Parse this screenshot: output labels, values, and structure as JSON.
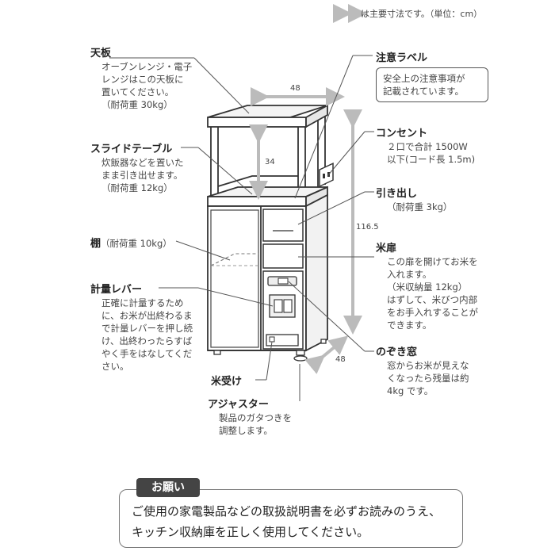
{
  "legend": {
    "arrow_text": "は主要寸法です。（単位：cm）"
  },
  "dimensions": {
    "top_width": "48",
    "shelf_height": "34",
    "total_height": "116.5",
    "depth": "48"
  },
  "callouts": {
    "top_board": {
      "label": "天板",
      "lines": [
        "オーブンレンジ・電子",
        "レンジはこの天板に",
        "置いてください。",
        "（耐荷重 30kg）"
      ]
    },
    "slide_table": {
      "label": "スライドテーブル",
      "lines": [
        "炊飯器などを置いた",
        "まま引き出せます。",
        "（耐荷重 12kg）"
      ]
    },
    "shelf": {
      "label": "棚",
      "suffix": "（耐荷重 10kg）"
    },
    "measure_lever": {
      "label": "計量レバー",
      "lines": [
        "正確に計量するため",
        "に、お米が出終わるま",
        "で計量レバーを押し続",
        "け、出終わったらすば",
        "やく手をはなしてくだ",
        "さい。"
      ]
    },
    "rice_receiver": {
      "label": "米受け"
    },
    "adjuster": {
      "label": "アジャスター",
      "lines": [
        "製品のガタつきを",
        "調整します。"
      ]
    },
    "caution_label": {
      "label": "注意ラベル",
      "lines": [
        "安全上の注意事項が",
        "記載されています。"
      ]
    },
    "outlet": {
      "label": "コンセント",
      "lines": [
        "２口で合計 1500W",
        "以下(コード長 1.5m)"
      ]
    },
    "drawer": {
      "label": "引き出し",
      "lines": [
        "（耐荷重 3kg）"
      ]
    },
    "rice_door": {
      "label": "米扉",
      "lines": [
        "この扉を開けてお米を",
        "入れます。",
        "（米収納量 12kg）",
        "はずして、米びつ内部",
        "をお手入れすることが",
        "できます。"
      ]
    },
    "peek_window": {
      "label": "のぞき窓",
      "lines": [
        "窓からお米が見えな",
        "くなったら残量は約",
        "4kg です。"
      ]
    }
  },
  "request": {
    "title": "お願い",
    "lines": [
      "ご使用の家電製品などの取扱説明書を必ずお読みのうえ、",
      "キッチン収納庫を正しく使用してください。"
    ]
  }
}
